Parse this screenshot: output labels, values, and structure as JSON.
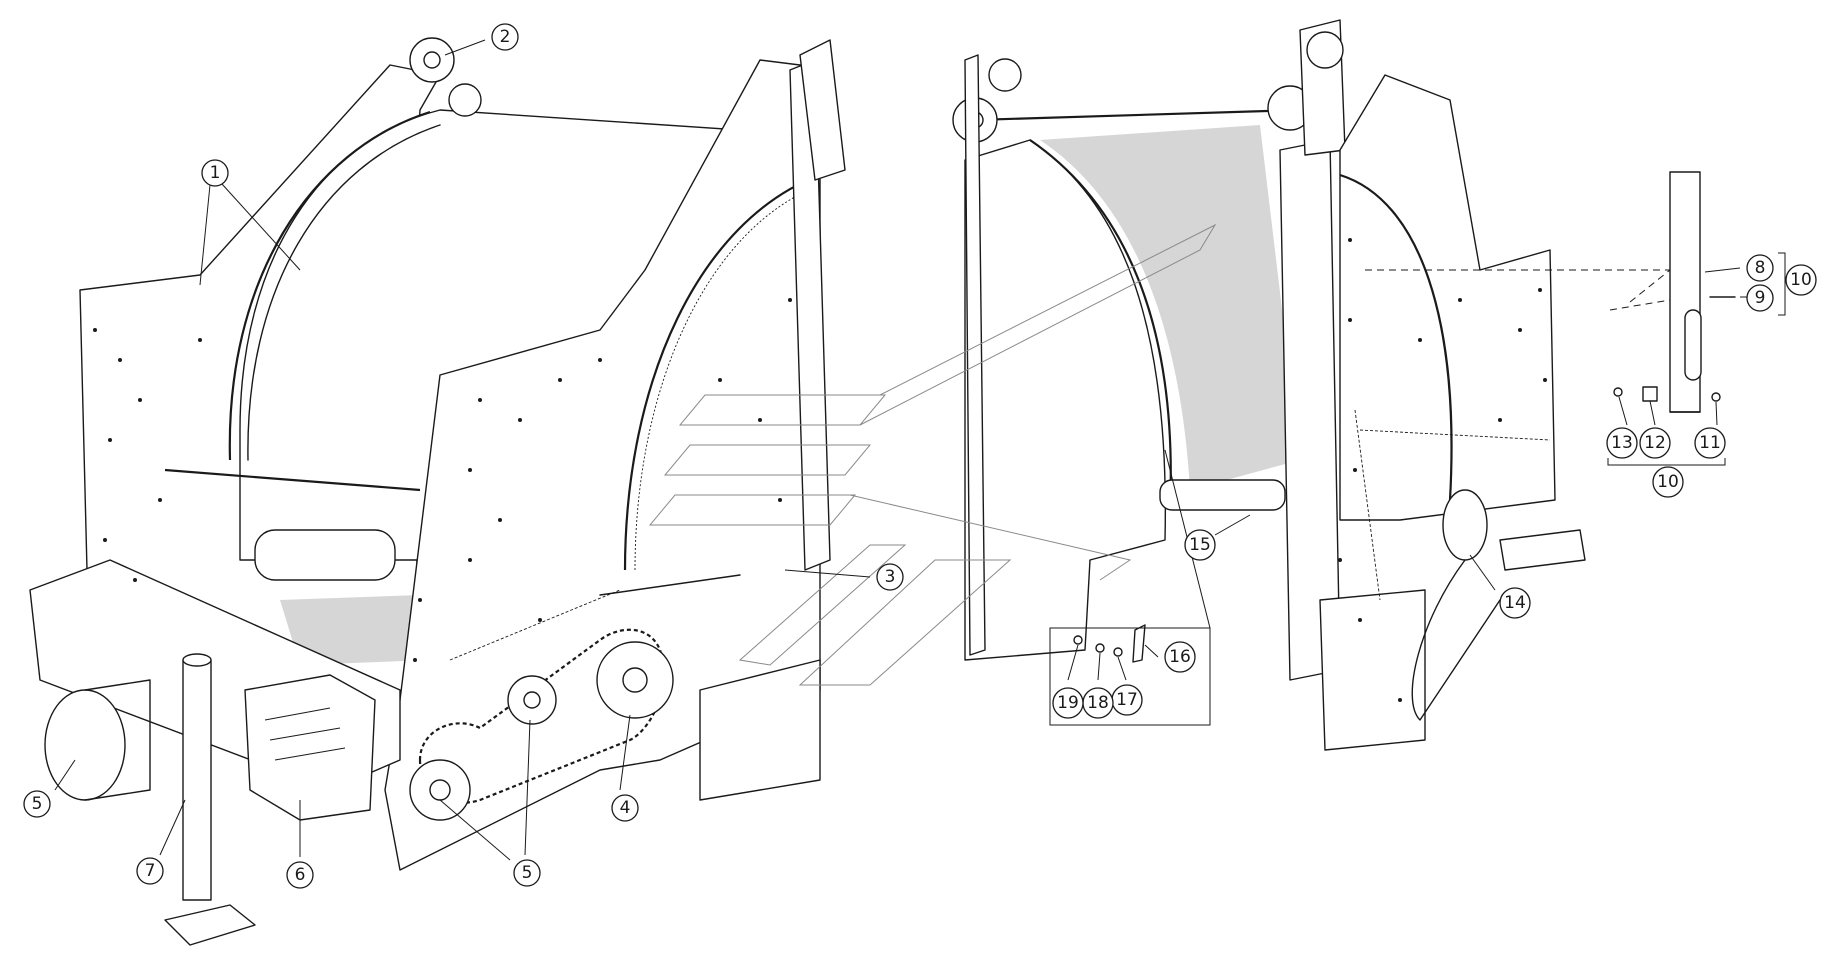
{
  "callouts": [
    {
      "id": "c1",
      "label": "1"
    },
    {
      "id": "c2",
      "label": "2"
    },
    {
      "id": "c3",
      "label": "3"
    },
    {
      "id": "c4",
      "label": "4"
    },
    {
      "id": "c5a",
      "label": "5"
    },
    {
      "id": "c5b",
      "label": "5"
    },
    {
      "id": "c6",
      "label": "6"
    },
    {
      "id": "c7",
      "label": "7"
    },
    {
      "id": "c8",
      "label": "8"
    },
    {
      "id": "c9",
      "label": "9"
    },
    {
      "id": "c10a",
      "label": "10"
    },
    {
      "id": "c10b",
      "label": "10"
    },
    {
      "id": "c11",
      "label": "11"
    },
    {
      "id": "c12",
      "label": "12"
    },
    {
      "id": "c13",
      "label": "13"
    },
    {
      "id": "c14",
      "label": "14"
    },
    {
      "id": "c15",
      "label": "15"
    },
    {
      "id": "c16",
      "label": "16"
    },
    {
      "id": "c17",
      "label": "17"
    },
    {
      "id": "c18",
      "label": "18"
    },
    {
      "id": "c19",
      "label": "19"
    }
  ],
  "colors": {
    "line": "#1a1a1a",
    "shade": "#d6d6d6",
    "watermark": "#8a8a8a",
    "background": "#ffffff"
  }
}
